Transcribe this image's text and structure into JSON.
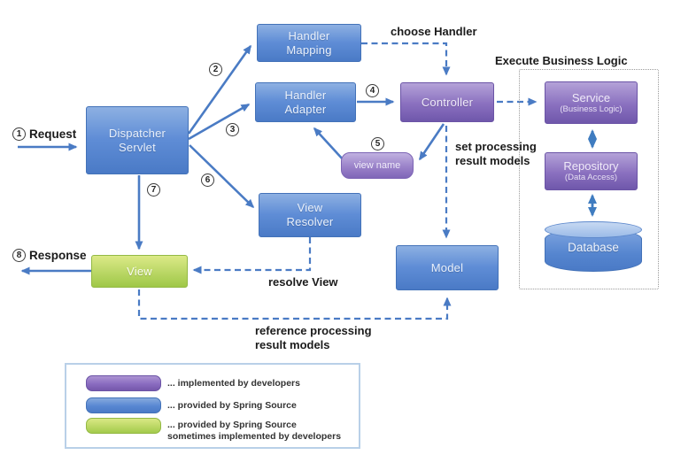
{
  "diagram": {
    "nodes": {
      "dispatcher_servlet": {
        "label": "Dispatcher\nServlet"
      },
      "handler_mapping": {
        "label": "Handler\nMapping"
      },
      "handler_adapter": {
        "label": "Handler\nAdapter"
      },
      "controller": {
        "label": "Controller"
      },
      "view_name": {
        "label": "view name"
      },
      "view_resolver": {
        "label": "View\nResolver"
      },
      "model": {
        "label": "Model"
      },
      "view": {
        "label": "View"
      },
      "service": {
        "title": "Service",
        "subtitle": "(Business Logic)"
      },
      "repository": {
        "title": "Repository",
        "subtitle": "(Data Access)"
      },
      "database": {
        "label": "Database"
      }
    },
    "flow": {
      "request": {
        "step": "1",
        "label": "Request"
      },
      "response": {
        "step": "8",
        "label": "Response"
      },
      "steps": {
        "s2": "2",
        "s3": "3",
        "s4": "4",
        "s5": "5",
        "s6": "6",
        "s7": "7"
      }
    },
    "annotations": {
      "choose_handler": "choose Handler",
      "execute_business_logic": "Execute Business Logic",
      "set_processing": "set processing\nresult models",
      "resolve_view": "resolve View",
      "reference_processing": "reference processing\nresult models"
    },
    "colors": {
      "blue_box": "#5787d2",
      "purple_box": "#8a70bf",
      "green_box": "#b7d55f",
      "connector": "#4a7bc4"
    }
  },
  "legend": {
    "items": [
      {
        "color": "#8a6cc0",
        "label": "... implemented by developers"
      },
      {
        "color": "#5887d2",
        "label": "... provided by Spring Source"
      },
      {
        "color": "#a3ca4c",
        "label": "... provided by Spring Source\nsometimes implemented by developers"
      }
    ]
  }
}
